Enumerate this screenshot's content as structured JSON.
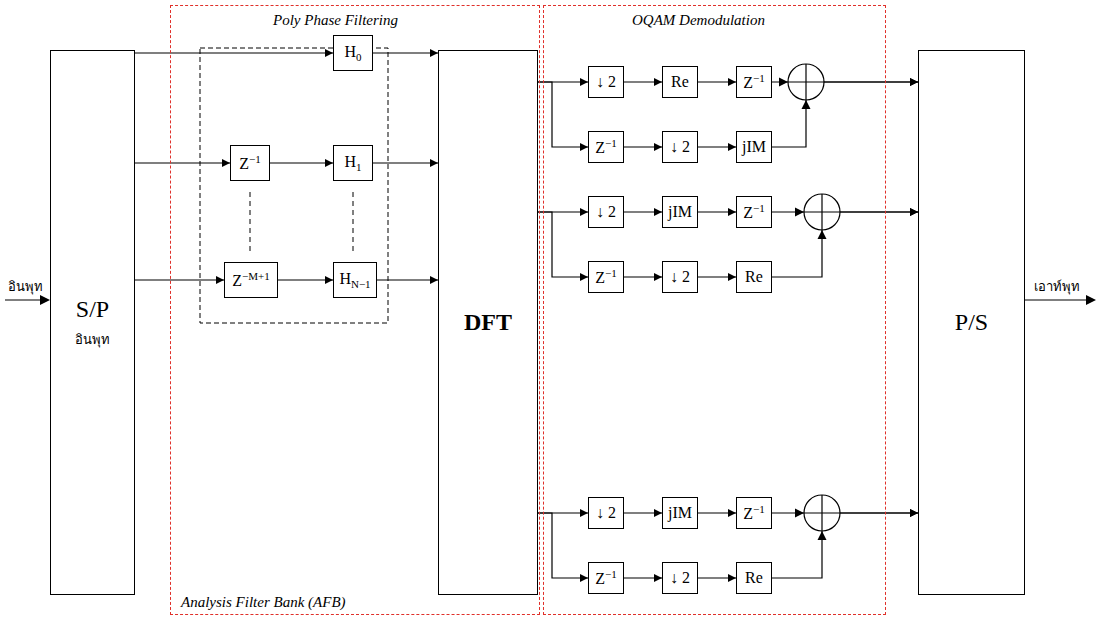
{
  "diagram": {
    "nodes": [
      {
        "text": [
          "S/P",
          "อินพุท"
        ]
      },
      {
        "text": [
          "Poly Phase Filtering",
          "Analysis Filter Bank (AFB)"
        ]
      },
      {
        "text": [
          "H",
          "0"
        ],
        "in": 1
      },
      {
        "text": [
          "Z",
          "−1"
        ],
        "in": 1
      },
      {
        "text": [
          "H",
          "1"
        ],
        "in": 1
      },
      {
        "text": [
          "Z",
          "−M+1"
        ],
        "in": 1
      },
      {
        "text": [
          "H",
          "N−1"
        ],
        "in": 1
      },
      {
        "text": [
          "DFT"
        ],
        "in": 1
      },
      {
        "text": [
          "OQAM Demodulation"
        ]
      },
      {
        "text": [
          "↓ 2"
        ],
        "in": 8
      },
      {
        "text": [
          "Re"
        ],
        "in": 8
      },
      {
        "text": [
          "Z",
          "−1"
        ],
        "in": 8
      },
      {
        "text": [
          "Z",
          "−1"
        ],
        "in": 8
      },
      {
        "text": [
          "↓ 2"
        ],
        "in": 8
      },
      {
        "text": [
          "jIM"
        ],
        "in": 8
      },
      {
        "text": [
          "↓ 2"
        ],
        "in": 8
      },
      {
        "text": [
          "jIM"
        ],
        "in": 8
      },
      {
        "text": [
          "Z",
          "−1"
        ],
        "in": 8
      },
      {
        "text": [
          "Z",
          "−1"
        ],
        "in": 8
      },
      {
        "text": [
          "↓ 2"
        ],
        "in": 8
      },
      {
        "text": [
          "Re"
        ],
        "in": 8
      },
      {
        "text": [
          "↓ 2"
        ],
        "in": 8
      },
      {
        "text": [
          "jIM"
        ],
        "in": 8
      },
      {
        "text": [
          "Z",
          "−1"
        ],
        "in": 8
      },
      {
        "text": [
          "Z",
          "−1"
        ],
        "in": 8
      },
      {
        "text": [
          "↓ 2"
        ],
        "in": 8
      },
      {
        "text": [
          "Re"
        ],
        "in": 8
      },
      {
        "text": [
          "P/S"
        ]
      }
    ],
    "edges": [
      {
        "from": 0,
        "to": 2,
        "arrow": "to"
      },
      {
        "from": 0,
        "to": 3,
        "arrow": "to"
      },
      {
        "from": 3,
        "to": 4,
        "arrow": "to"
      },
      {
        "from": 0,
        "to": 5,
        "arrow": "to"
      },
      {
        "from": 5,
        "to": 6,
        "arrow": "to"
      },
      {
        "from": 2,
        "to": 7,
        "arrow": "to"
      },
      {
        "from": 4,
        "to": 7,
        "arrow": "to"
      },
      {
        "from": 6,
        "to": 7,
        "arrow": "to"
      },
      {
        "from": 7,
        "to": 9,
        "arrow": "to"
      },
      {
        "from": 7,
        "to": 12,
        "arrow": "to"
      },
      {
        "from": 9,
        "to": 10,
        "arrow": "to"
      },
      {
        "from": 10,
        "to": 11,
        "arrow": "to"
      },
      {
        "from": 11,
        "to": 27,
        "arrow": "to"
      },
      {
        "from": 12,
        "to": 13,
        "arrow": "to"
      },
      {
        "from": 13,
        "to": 14,
        "arrow": "to"
      },
      {
        "from": 14,
        "to": 27,
        "arrow": "to"
      },
      {
        "from": 7,
        "to": 15,
        "arrow": "to"
      },
      {
        "from": 7,
        "to": 18,
        "arrow": "to"
      },
      {
        "from": 15,
        "to": 16,
        "arrow": "to"
      },
      {
        "from": 16,
        "to": 17,
        "arrow": "to"
      },
      {
        "from": 17,
        "to": 27,
        "arrow": "to"
      },
      {
        "from": 18,
        "to": 19,
        "arrow": "to"
      },
      {
        "from": 19,
        "to": 20,
        "arrow": "to"
      },
      {
        "from": 20,
        "to": 27,
        "arrow": "to"
      },
      {
        "from": 7,
        "to": 21,
        "arrow": "to"
      },
      {
        "from": 7,
        "to": 24,
        "arrow": "to"
      },
      {
        "from": 21,
        "to": 22,
        "arrow": "to"
      },
      {
        "from": 22,
        "to": 23,
        "arrow": "to"
      },
      {
        "from": 23,
        "to": 27,
        "arrow": "to"
      },
      {
        "from": 24,
        "to": 25,
        "arrow": "to"
      },
      {
        "from": 25,
        "to": 26,
        "arrow": "to"
      },
      {
        "from": 26,
        "to": 27,
        "arrow": "to"
      }
    ],
    "labels": [
      "อินพุท",
      "เอาท์พุท"
    ]
  }
}
